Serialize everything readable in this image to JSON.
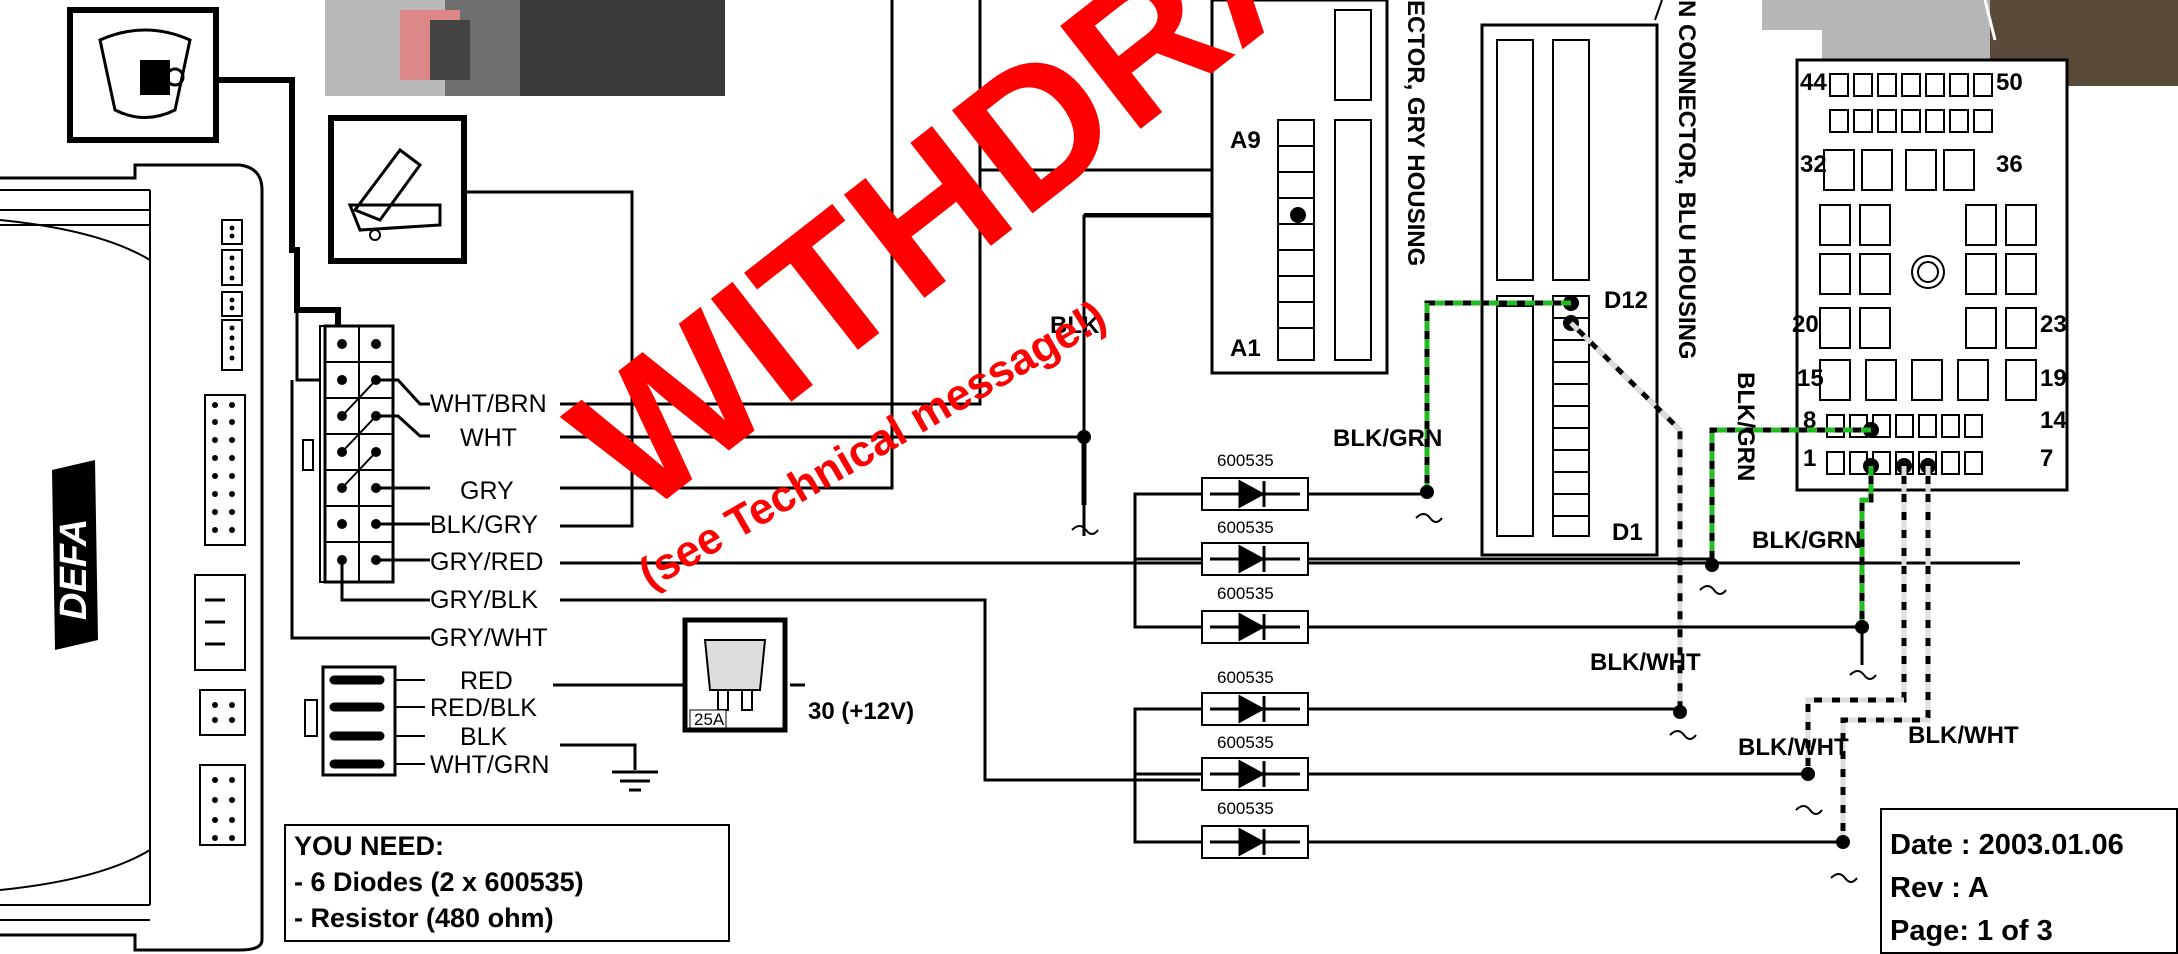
{
  "brand": {
    "logo_text": "DEFA"
  },
  "plug_wires": [
    {
      "label": "WHT/BRN"
    },
    {
      "label": "WHT"
    },
    {
      "label": "GRY"
    },
    {
      "label": "BLK/GRY"
    },
    {
      "label": "GRY/RED"
    },
    {
      "label": "GRY/BLK"
    },
    {
      "label": "GRY/WHT"
    }
  ],
  "power_wires": [
    {
      "label": "RED"
    },
    {
      "label": "RED/BLK"
    },
    {
      "label": "BLK"
    },
    {
      "label": "WHT/GRN"
    }
  ],
  "fuse": {
    "rating": "25A",
    "supply_label": "30 (+12V)"
  },
  "diodes": [
    {
      "part": "600535"
    },
    {
      "part": "600535"
    },
    {
      "part": "600535"
    },
    {
      "part": "600535"
    },
    {
      "part": "600535"
    },
    {
      "part": "600535"
    }
  ],
  "gry_connector": {
    "title": "ECTOR, GRY HOUSING",
    "pin_top": "A9",
    "pin_bottom": "A1"
  },
  "blu_connector": {
    "title": "N CONNECTOR, BLU HOUSING",
    "pin_top": "D12",
    "pin_bottom": "D1"
  },
  "big_connector": {
    "pins": {
      "p44": "44",
      "p50": "50",
      "p32": "32",
      "p36": "36",
      "p20": "20",
      "p23": "23",
      "p15": "15",
      "p19": "19",
      "p8": "8",
      "p14": "14",
      "p1": "1",
      "p7": "7"
    }
  },
  "wire_labels": {
    "blk": "BLK",
    "blk_grn_1": "BLK/GRN",
    "blk_grn_2": "BLK/GRN",
    "blk_grn_3": "BLK/GRN",
    "blk_wht_1": "BLK/WHT",
    "blk_wht_2": "BLK/WHT",
    "blk_wht_3": "BLK/WHT"
  },
  "you_need": {
    "title": "YOU NEED:",
    "items": [
      "- 6 Diodes (2 x 600535)",
      "- Resistor (480 ohm)"
    ]
  },
  "doc_info": {
    "date": "Date : 2003.01.06",
    "rev": "Rev  : A",
    "page": "Page: 1 of 3"
  },
  "watermark": {
    "main": "WITHDRAWN",
    "sub": "(see Technical message!)"
  },
  "colors": {
    "watermark": "#ff0000",
    "green_wire": "#22bb22",
    "ink": "#000000"
  }
}
